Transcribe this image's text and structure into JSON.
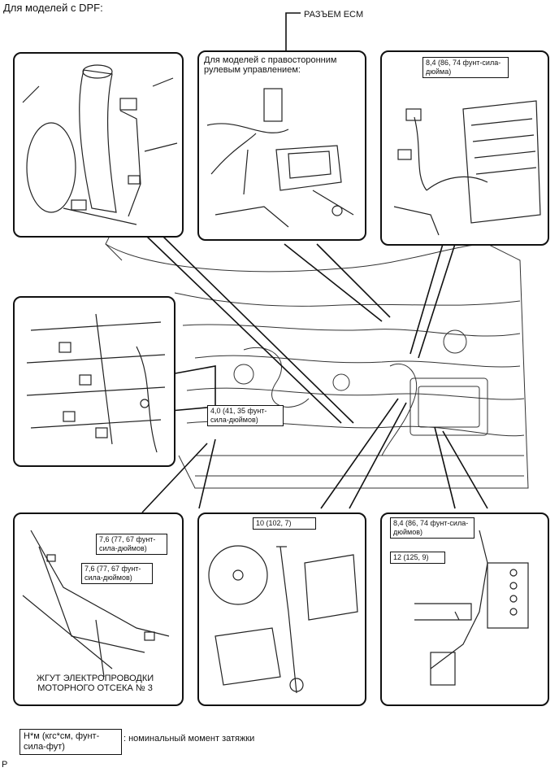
{
  "title": "Для моделей с DPF:",
  "ecm_label": "РАЗЪЕМ ECM",
  "rhd_note": "Для моделей с правосторонним рулевым управлением:",
  "torque_top_right": "8,4 (86, 74 фунт-сила-дюйма)",
  "torque_mid_left": "4,0 (41, 35 фунт-сила-дюймов)",
  "torque_bl_1": "7,6 (77, 67 фунт-сила-дюймов)",
  "torque_bl_2": "7,6 (77, 67 фунт-сила-дюймов)",
  "harness_label": "ЖГУТ ЭЛЕКТРОПРОВОДКИ МОТОРНОГО ОТСЕКА № 3",
  "torque_bm": "10 (102, 7)",
  "torque_br_1": "8,4 (86, 74 фунт-сила-дюймов)",
  "torque_br_2": "12 (125, 9)",
  "legend_box": "Н*м (кгс*см, фунт-сила-фут)",
  "legend_desc": ": номинальный момент затяжки",
  "footer": "P"
}
